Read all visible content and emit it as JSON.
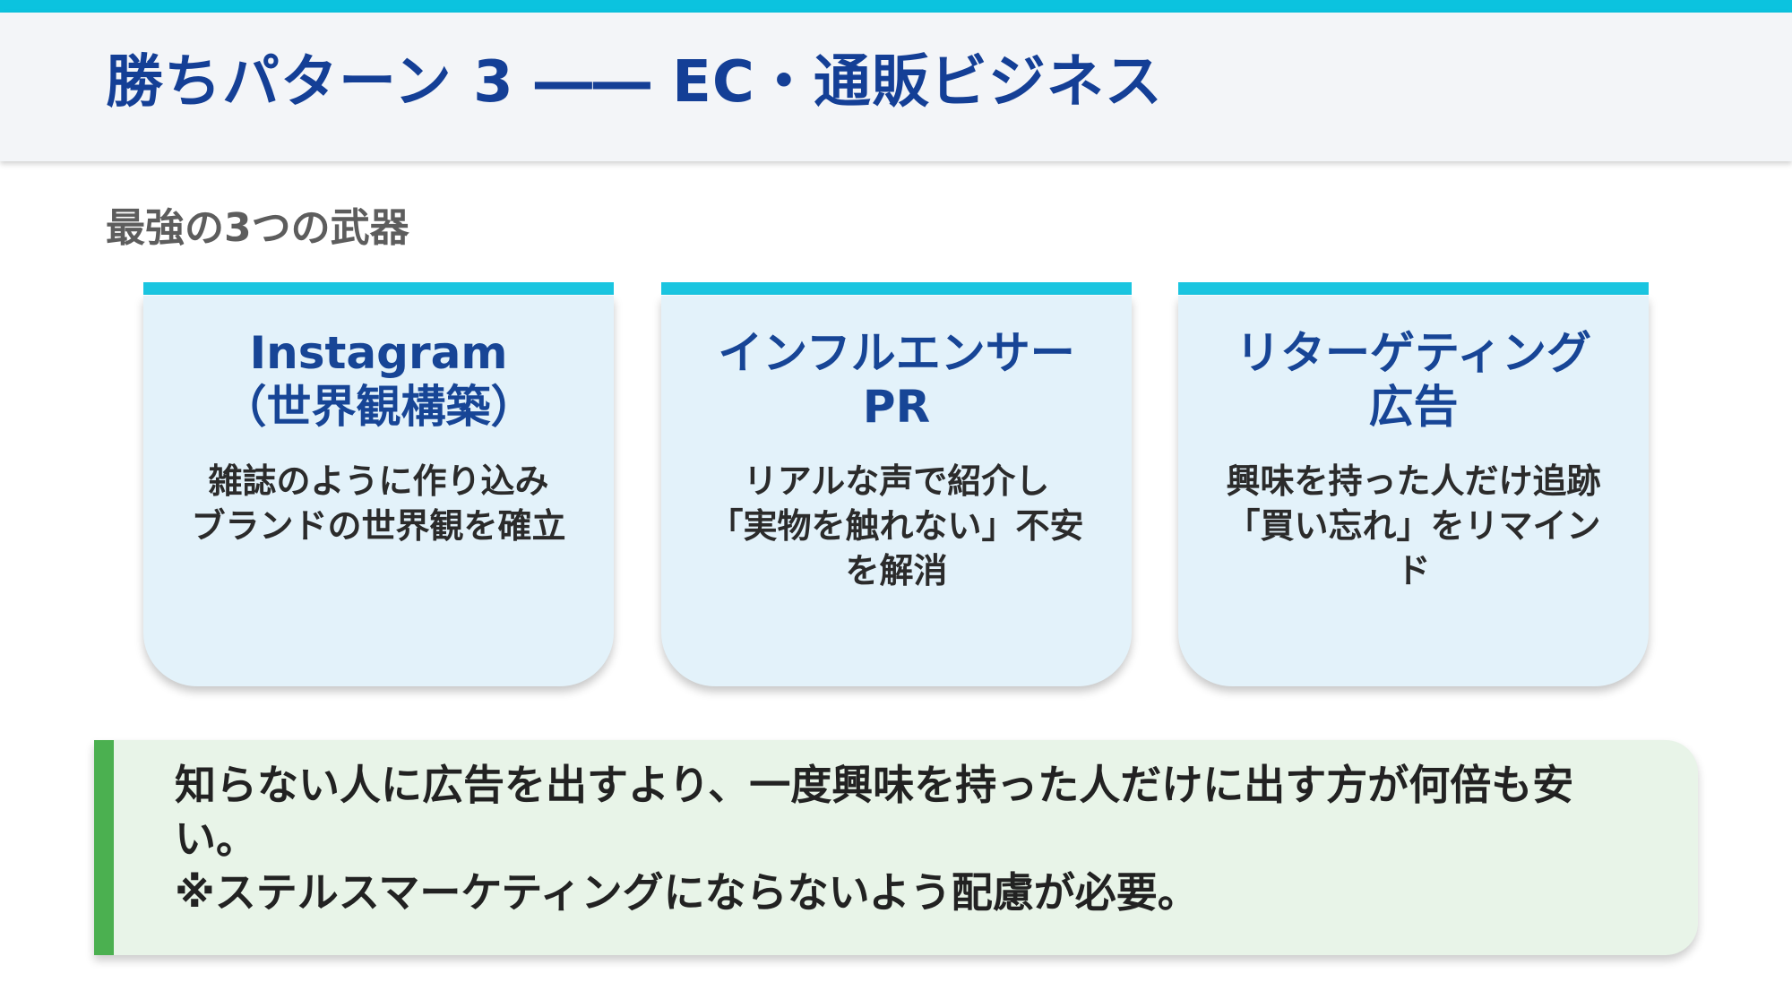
{
  "header": {
    "title": "勝ちパターン 3 ―― EC・通販ビジネス",
    "accent_color": "#0bc3df"
  },
  "section": {
    "subtitle": "最強の3つの武器"
  },
  "cards": [
    {
      "title": "Instagram\n（世界観構築）",
      "body": "雑誌のように作り込み\nブランドの世界観を確立"
    },
    {
      "title": "インフルエンサー\nPR",
      "body": "リアルな声で紹介し\n「実物を触れない」不安を解消"
    },
    {
      "title": "リターゲティング\n広告",
      "body": "興味を持った人だけ追跡\n「買い忘れ」をリマインド"
    }
  ],
  "note": {
    "text": "知らない人に広告を出すより、一度興味を持った人だけに出す方が何倍も安い。\n※ステルスマーケティングにならないよう配慮が必要。",
    "accent_color": "#4bb050"
  }
}
